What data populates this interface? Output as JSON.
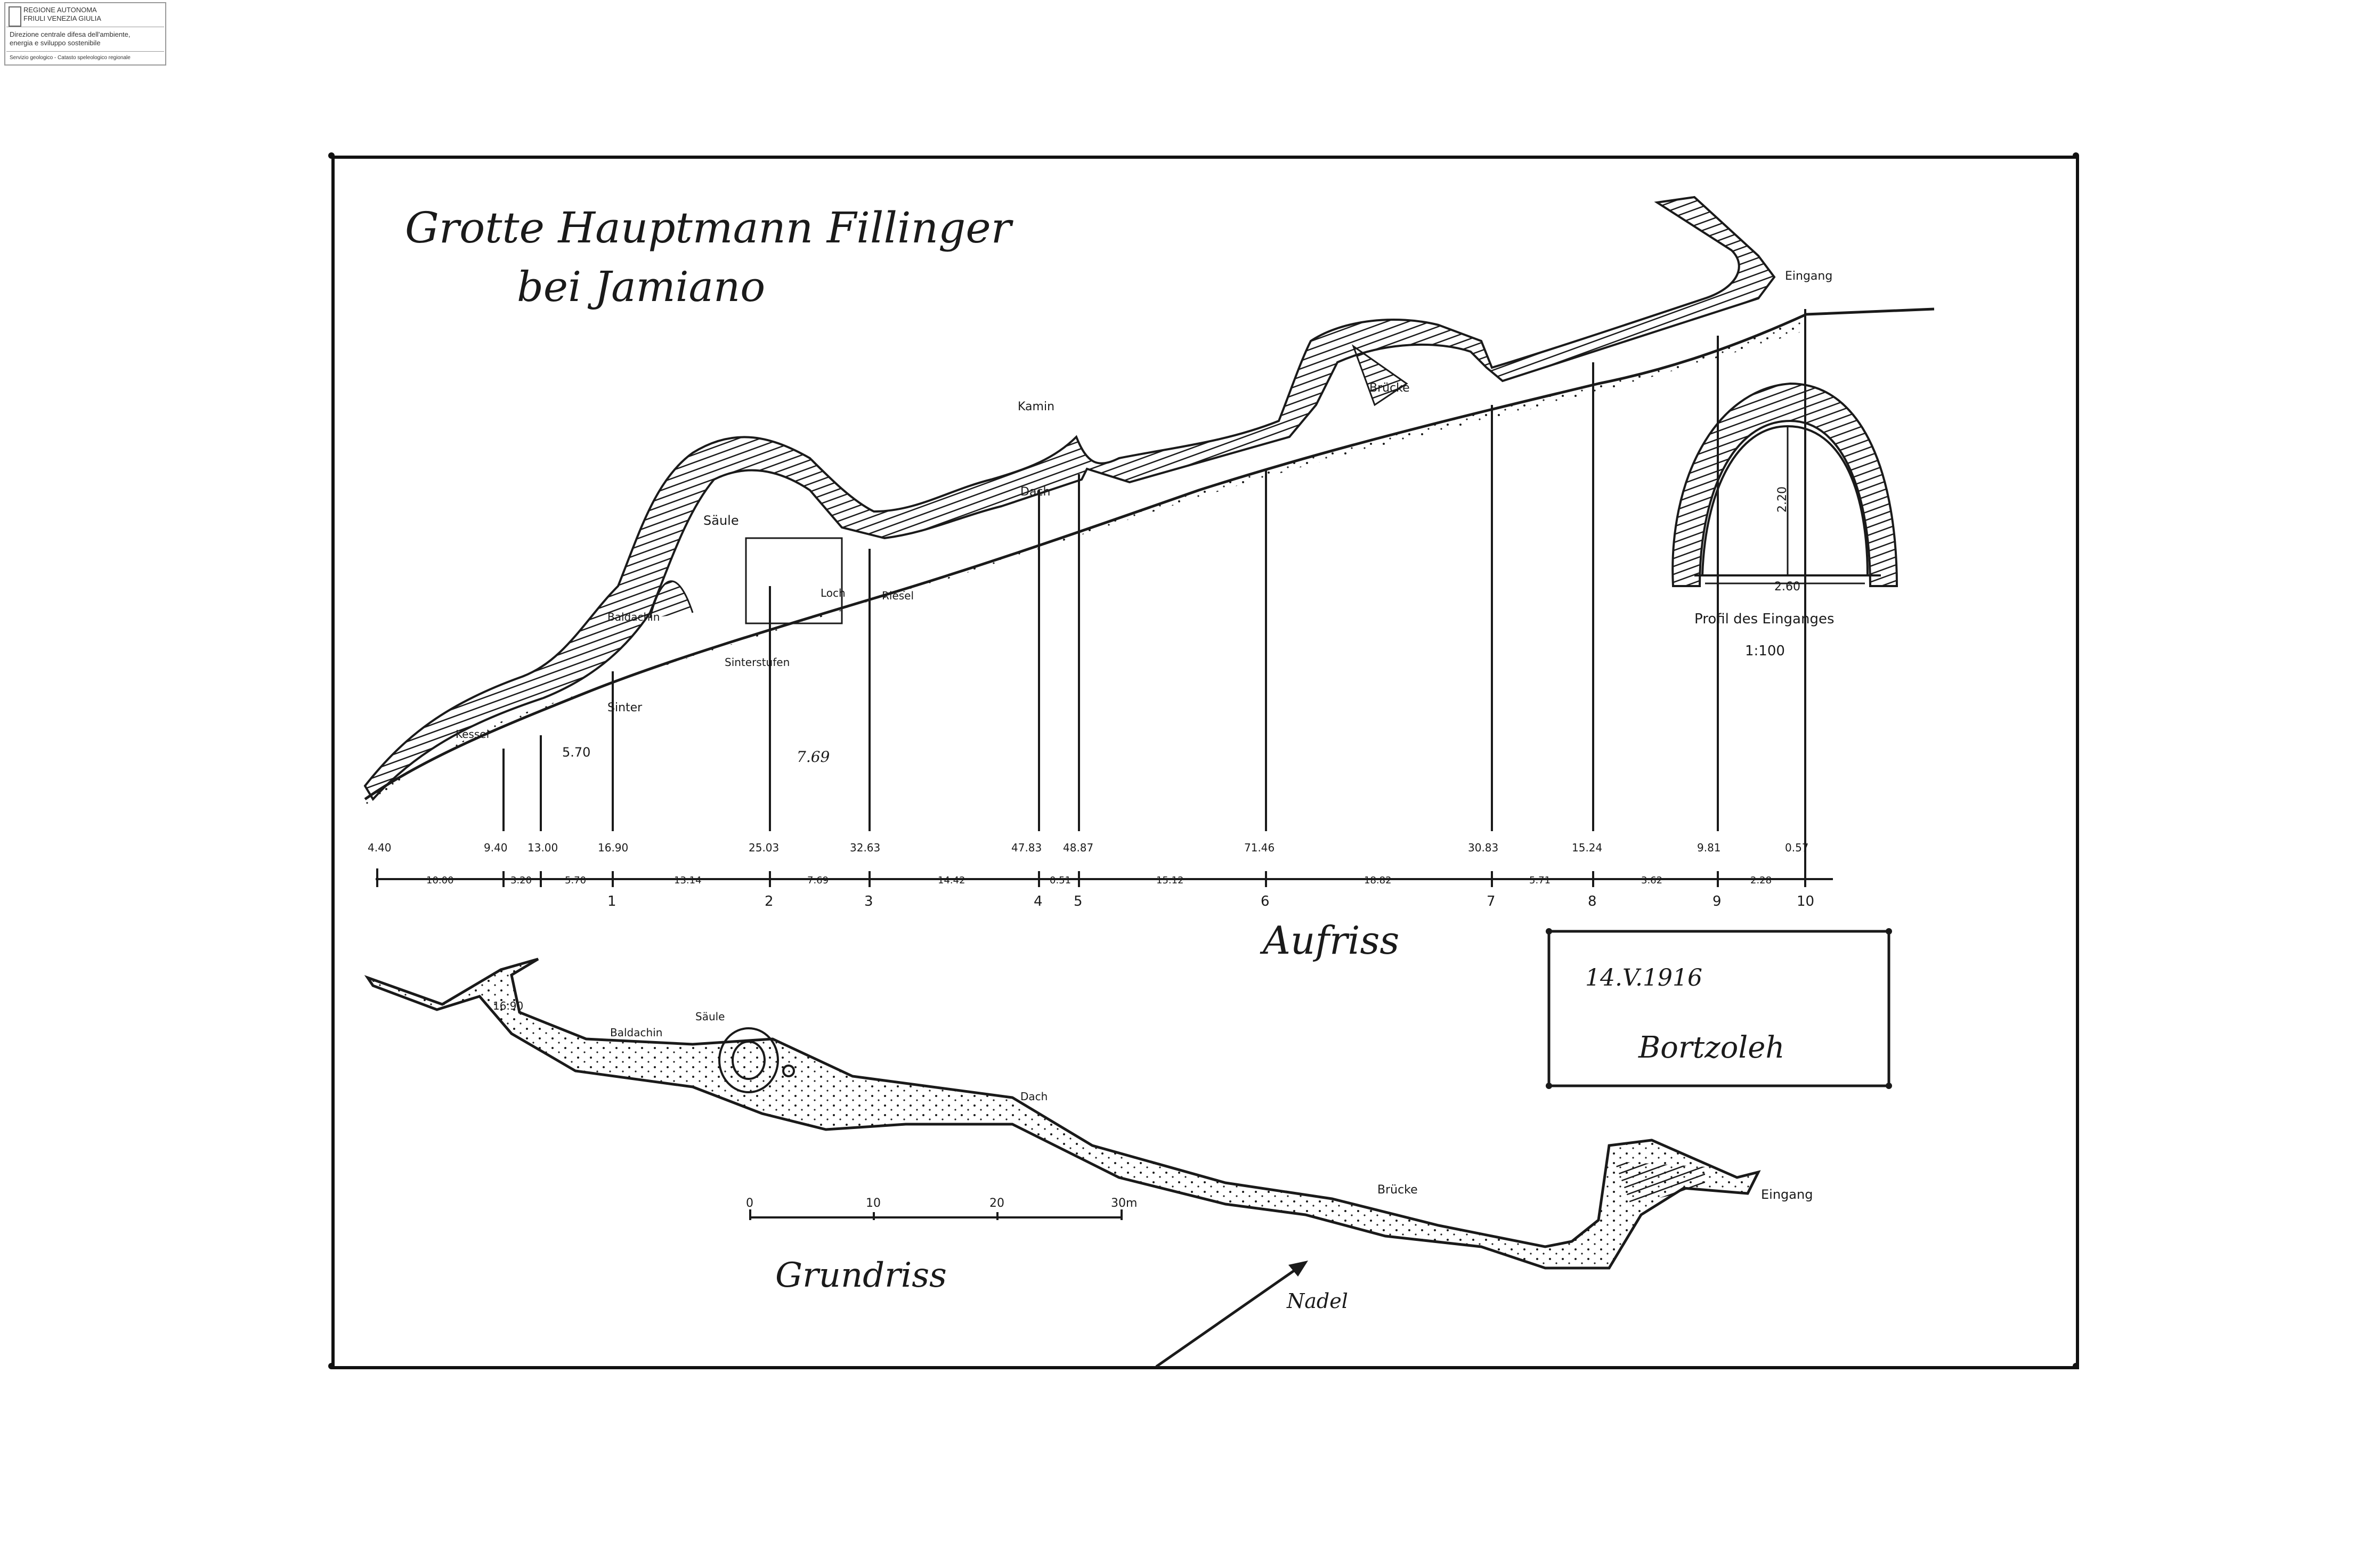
{
  "logo": {
    "line1": "REGIONE AUTONOMA",
    "line2": "FRIULI VENEZIA GIULIA",
    "line3": "Direzione centrale difesa dell'ambiente,",
    "line4": "energia e sviluppo sostenibile",
    "line5": "Servizio geologico - Catasto speleologico regionale"
  },
  "title": {
    "line1": "Grotte Hauptmann Fillinger",
    "line2": "bei Jamiano"
  },
  "section": {
    "label": "Aufriss",
    "labels": {
      "baldachin": "Baldachin",
      "kessel": "Kessel",
      "saule": "Säule",
      "sinter": "Sinter",
      "sinterstufen": "Sinterstufen",
      "loch": "Loch",
      "riesel": "Riesel",
      "dach": "Dach",
      "kamin": "Kamin",
      "bruecke": "Brücke",
      "eingang": "Eingang",
      "mid_value": "7.69"
    },
    "depths": [
      "4.40",
      "9.40",
      "13.00",
      "16.90",
      "25.03",
      "32.63",
      "47.83",
      "48.87",
      "71.46",
      "30.83",
      "15.24",
      "9.81",
      "0.57"
    ],
    "gaps": [
      "10.00",
      "3.20",
      "5.70",
      "13.14",
      "7.69",
      "14.42",
      "0.51",
      "15.12",
      "18.82",
      "5.71",
      "3.62",
      "2.28"
    ],
    "stations": [
      "1",
      "2",
      "3",
      "4",
      "5",
      "6",
      "7",
      "8",
      "9",
      "10"
    ],
    "side_value": "5.70"
  },
  "profile": {
    "caption": "Profil des Einganges",
    "scale": "1:100",
    "width": "2.60",
    "height": "2.20"
  },
  "stamp": {
    "date": "14.V.1916",
    "signature": "Bortzoleh"
  },
  "plan": {
    "label": "Grundriss",
    "labels": {
      "baldachin": "Baldachin",
      "saule": "Säule",
      "dach": "Dach",
      "bruecke": "Brücke",
      "eingang": "Eingang",
      "nadel": "Nadel",
      "start_depth": "16.90"
    },
    "scale_ticks": [
      "0",
      "10",
      "20",
      "30m"
    ]
  },
  "colors": {
    "ink": "#1a1a1a",
    "paper": "#ffffff"
  }
}
